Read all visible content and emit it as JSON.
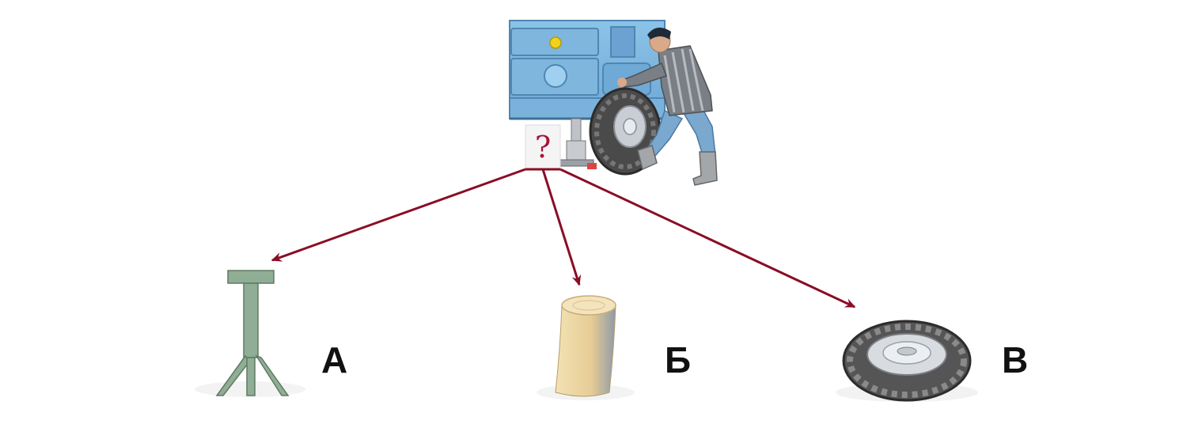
{
  "question_mark": "?",
  "options": {
    "a": {
      "label": "А",
      "object": "metal-jack-stand"
    },
    "b": {
      "label": "Б",
      "object": "wooden-log-stump"
    },
    "c": {
      "label": "В",
      "object": "spare-tire"
    }
  },
  "colors": {
    "trailer_body": "#7fb6dd",
    "trailer_dark": "#4f86b3",
    "arrow": "#8a0d26",
    "question": "#a8143a",
    "stand": "#8fae95",
    "log": "#e8cf9a",
    "tire": "#555555",
    "shirt": "#7a7f86",
    "pants": "#7aa8cf"
  }
}
